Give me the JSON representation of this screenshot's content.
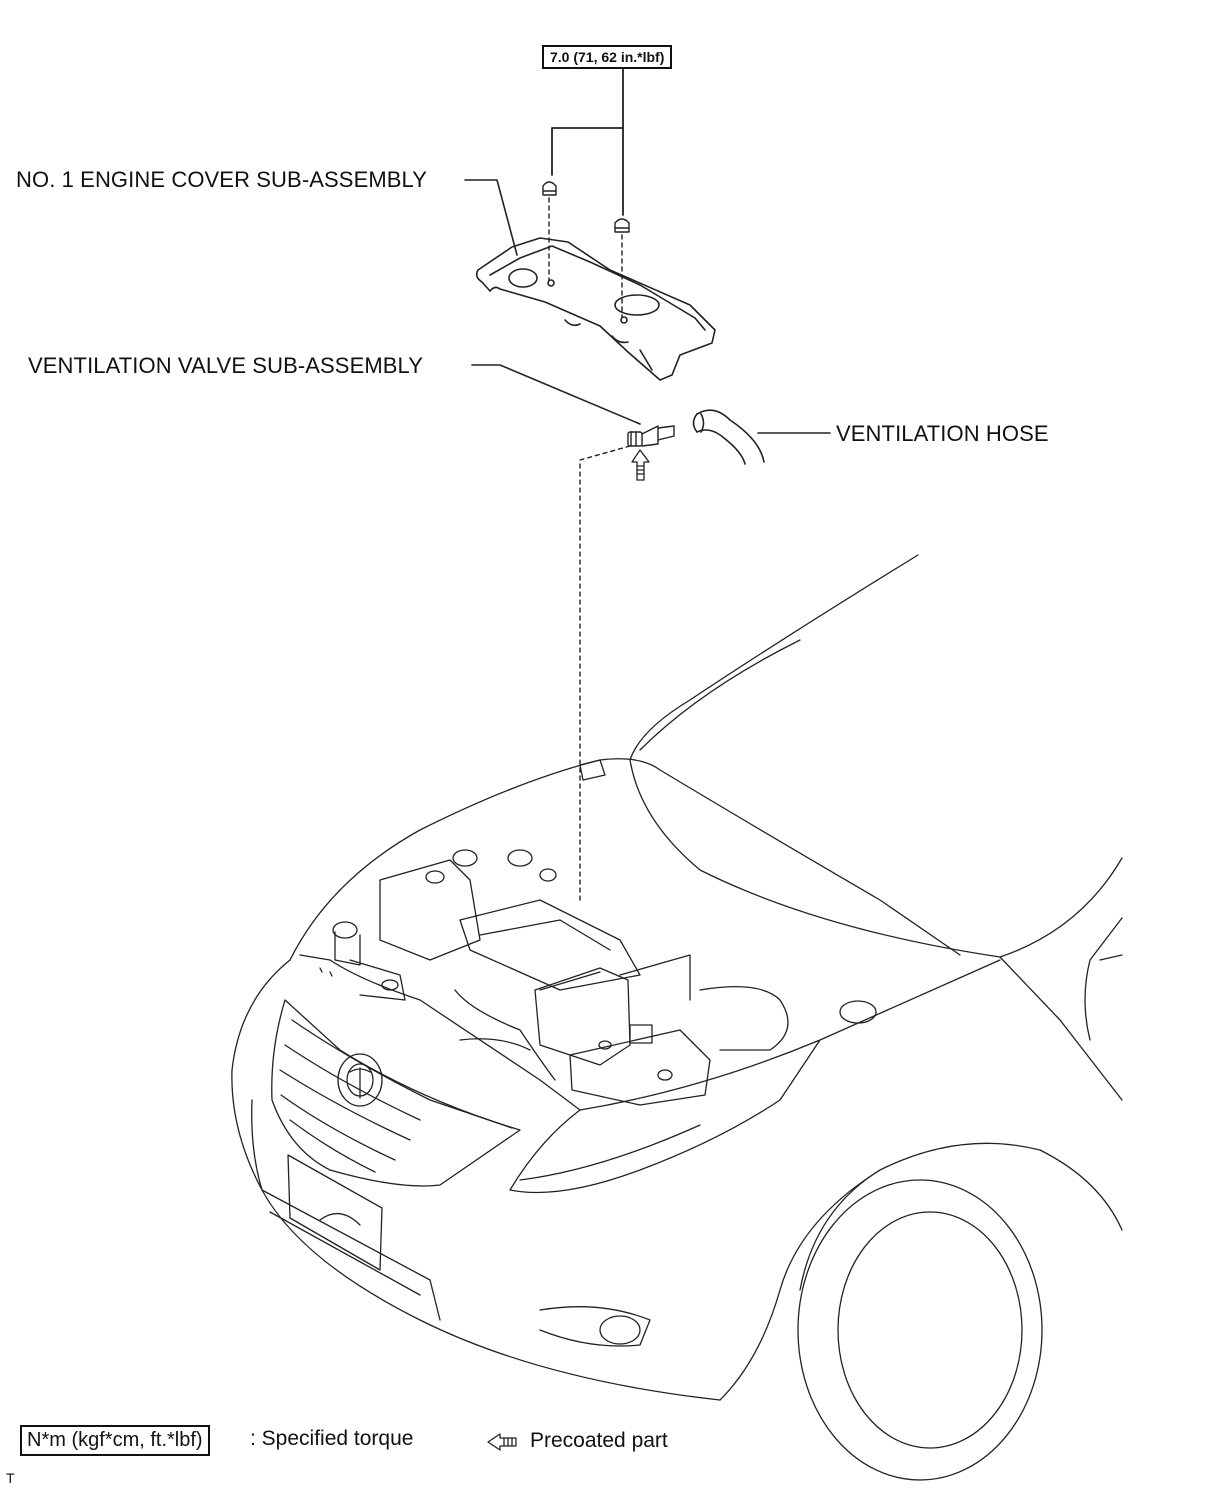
{
  "callouts": {
    "torque_spec": "7.0 (71, 62 in.*lbf)",
    "engine_cover": "NO. 1 ENGINE COVER SUB-ASSEMBLY",
    "ventilation_valve": "VENTILATION VALVE SUB-ASSEMBLY",
    "ventilation_hose": "VENTILATION HOSE"
  },
  "legend": {
    "torque_unit": "N*m (kgf*cm, ft.*lbf)",
    "torque_desc": ": Specified torque",
    "precoated_desc": "Precoated part"
  },
  "footer": {
    "mark": "T"
  }
}
